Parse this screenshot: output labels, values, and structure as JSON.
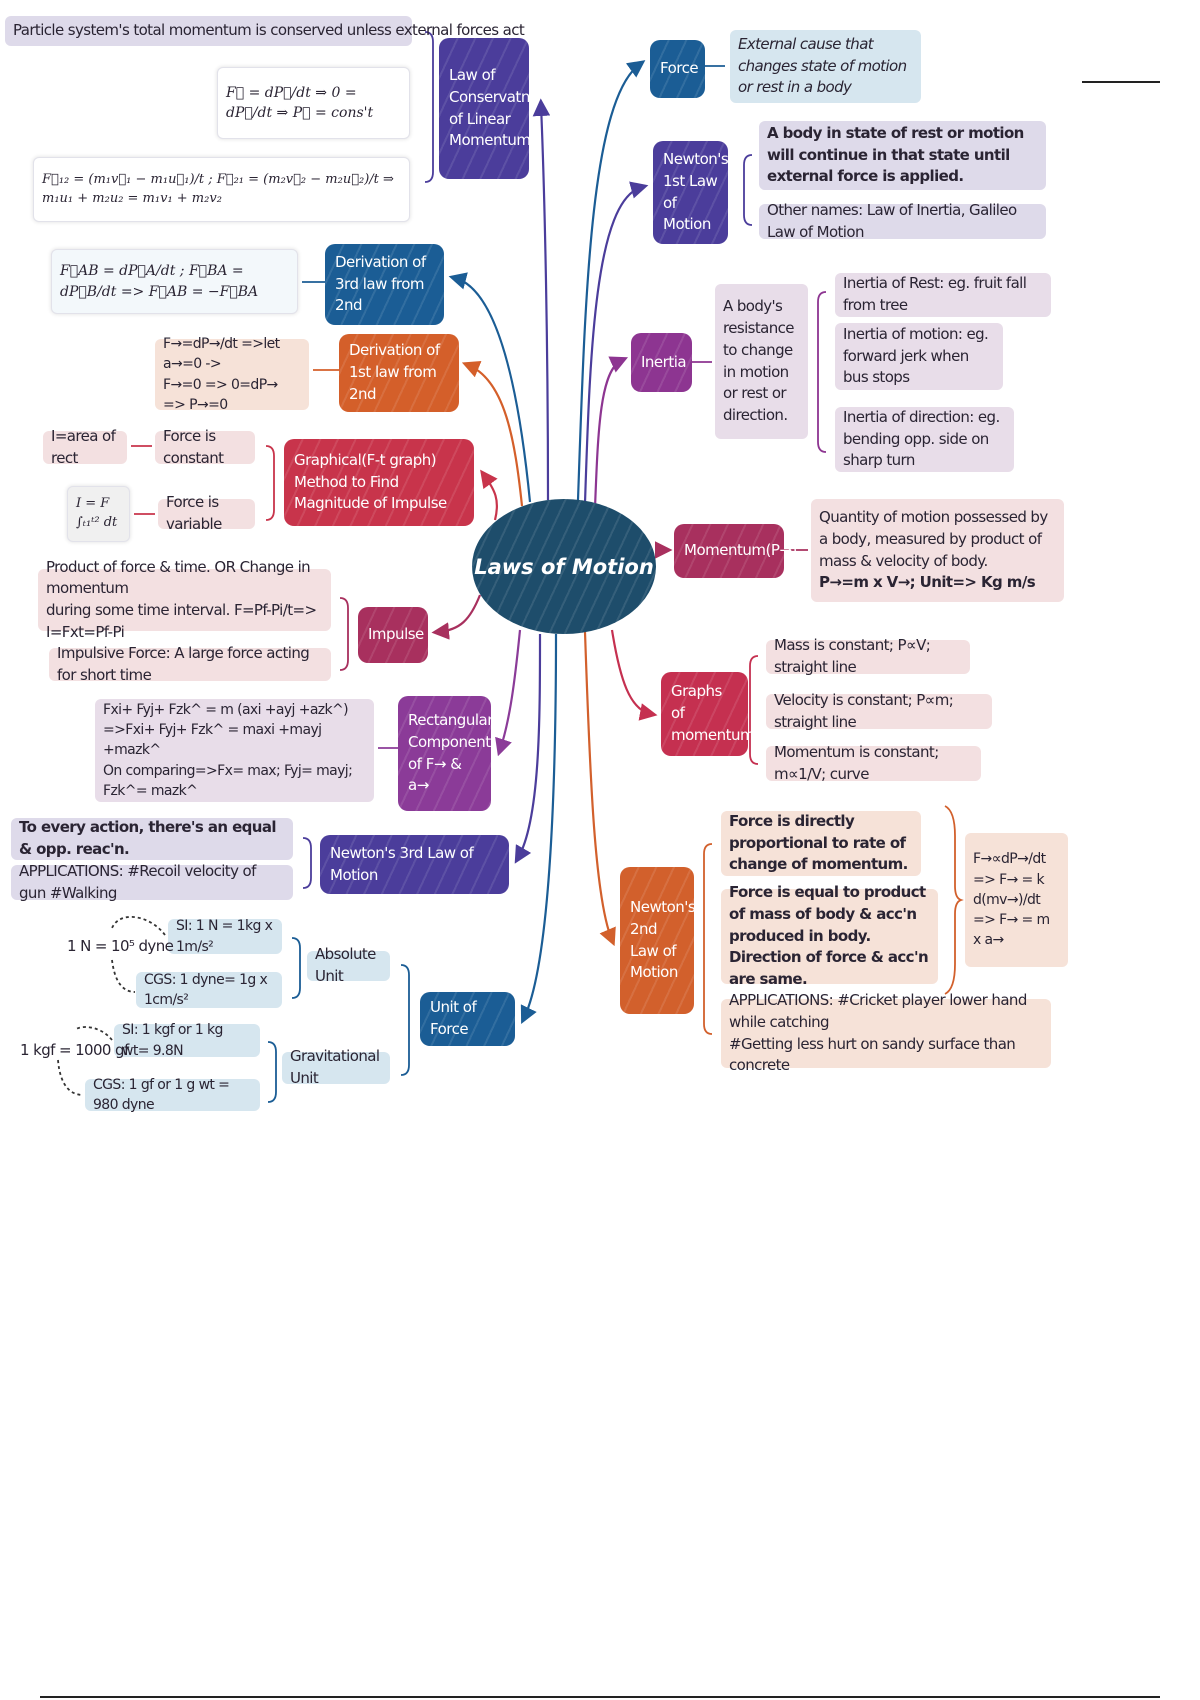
{
  "title": "Laws of Motion",
  "colors": {
    "center": "#1e4d6b",
    "purple": "#4b3d9b",
    "blue": "#1b5d95",
    "orange": "#d45f2a",
    "red": "#c8344b",
    "magenta": "#a8305e",
    "violet": "#8b3b98"
  },
  "left": {
    "conservation": {
      "label": "Law of Conservatn of Linear Momentum",
      "statement": "Particle system's total momentum is conserved unless external forces act",
      "formula1": "F⃗ = dP⃗/dt ⇒ 0 = dP⃗/dt ⇒ P⃗ = cons't",
      "formula2": "F⃗₁₂ = (m₁v⃗₁ − m₁u⃗₁)/t ; F⃗₂₁ = (m₂v⃗₂ − m₂u⃗₂)/t ⇒ m₁u₁ + m₂u₂ = m₁v₁ + m₂v₂"
    },
    "derivation_3rd": {
      "label": "Derivation of 3rd law from 2nd",
      "formula": "F⃗AB = dP⃗A/dt ; F⃗BA = dP⃗B/dt => F⃗AB = −F⃗BA"
    },
    "derivation_1st": {
      "label": "Derivation of 1st law from 2nd",
      "lines": [
        "F→=dP→/dt =>let a→=0 ->",
        "F→=0 => 0=dP→ => P→=0"
      ]
    },
    "graphical": {
      "label": "Graphical(F-t graph) Method to Find Magnitude of Impulse",
      "constant": "Force is constant",
      "constant_result": "I=area of rect",
      "variable": "Force is variable",
      "variable_result": "I = F ∫ₜ₁ᵗ² dt"
    },
    "impulse": {
      "label": "Impulse",
      "definition": [
        "Product of force & time. OR Change in momentum",
        "during some time interval. F=Pf-Pi/t=> I=Fxt=Pf-Pi"
      ],
      "impulsive_force": "Impulsive Force: A large force acting for short time"
    },
    "rectangular": {
      "label": "Rectangular Component of F→ & a→",
      "lines": [
        "Fxi+ Fyj+ Fzk^ = m (axi +ayj +azk^)",
        "=>Fxi+ Fyj+ Fzk^ = maxi +mayj +mazk^",
        "On comparing=>Fx= max; Fyj= mayj; Fzk^= mazk^"
      ]
    },
    "third_law": {
      "label": "Newton's 3rd Law of Motion",
      "statement": "To every action, there's an equal & opp. reac'n.",
      "applications": "APPLICATIONS: #Recoil velocity of gun #Walking"
    },
    "unit_of_force": {
      "label": "Unit of Force",
      "absolute": {
        "label": "Absolute Unit",
        "si": "SI: 1 N = 1kg x 1m/s²",
        "cgs": "CGS: 1 dyne= 1g x 1cm/s²",
        "relation": "1 N = 10⁵ dyne"
      },
      "gravitational": {
        "label": "Gravitational Unit",
        "si": "SI: 1 kgf or 1 kg wt= 9.8N",
        "cgs": "CGS: 1 gf or 1 g wt = 980 dyne",
        "relation": "1 kgf = 1000 gf"
      }
    }
  },
  "right": {
    "force": {
      "label": "Force",
      "definition": "External cause that changes state of motion or rest in a body"
    },
    "first_law": {
      "label": "Newton's 1st Law of Motion",
      "statement": "A body in state of rest or motion will continue in that state until external force is applied.",
      "other_names": "Other names: Law of Inertia, Galileo Law of Motion"
    },
    "inertia": {
      "label": "Inertia",
      "definition": "A body's resistance to change in motion or rest or direction.",
      "types": [
        "Inertia of Rest: eg. fruit fall from tree",
        "Inertia of motion: eg. forward jerk when bus stops",
        "Inertia of direction: eg. bending opp. side on sharp turn"
      ]
    },
    "momentum": {
      "label": "Momentum(P→)",
      "definition": "Quantity of motion possessed by a body, measured by product of mass & velocity of body.",
      "formula": "P→=m x V→; Unit=> Kg m/s"
    },
    "graphs": {
      "label": "Graphs of momentum",
      "items": [
        "Mass is constant; P∝V; straight line",
        "Velocity is constant; P∝m; straight line",
        "Momentum is constant; m∝1/V; curve"
      ]
    },
    "second_law": {
      "label": "Newton's 2nd Law of Motion",
      "statement1": "Force is directly proportional to rate of change of momentum.",
      "statement2": "Force is equal to product of mass of body & acc'n produced in body. Direction of force & acc'n are same.",
      "formula": [
        "F→∝dP→/dt",
        "=> F→ = k",
        "d(mv→)/dt",
        "=> F→ = m x a→"
      ],
      "applications": [
        "APPLICATIONS: #Cricket player lower hand while catching",
        "#Getting less hurt on sandy surface than concrete"
      ]
    }
  }
}
